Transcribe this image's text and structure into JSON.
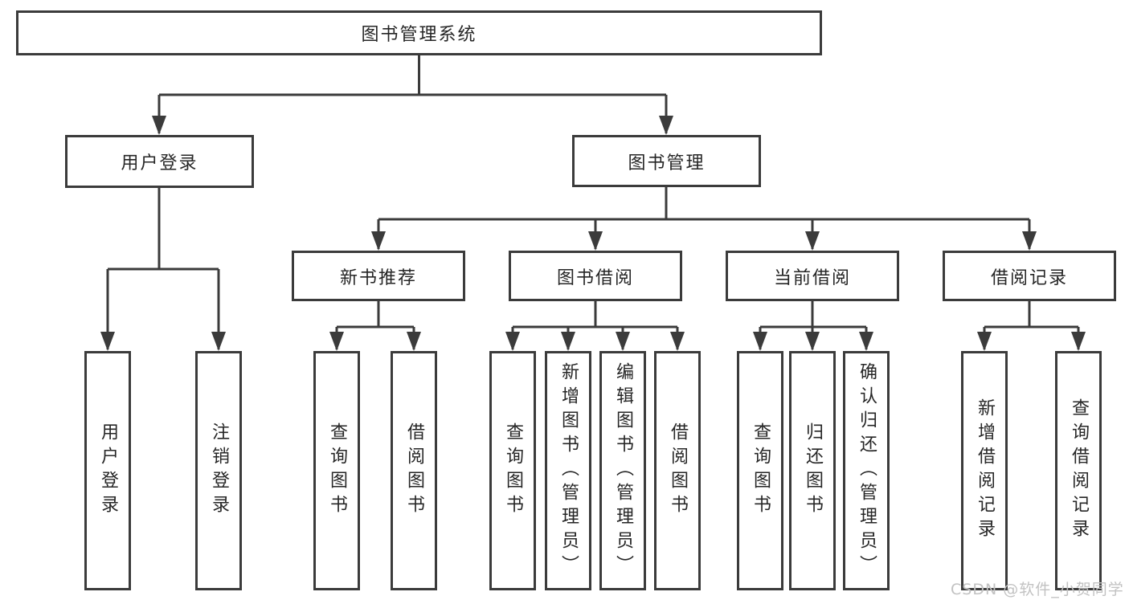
{
  "diagram": {
    "title_node": {
      "label": "图书管理系统"
    },
    "level2": {
      "user_login": {
        "label": "用户登录"
      },
      "book_mgmt": {
        "label": "图书管理"
      }
    },
    "level3": {
      "new_books": {
        "label": "新书推荐"
      },
      "book_borrow": {
        "label": "图书借阅"
      },
      "current_borrow": {
        "label": "当前借阅"
      },
      "borrow_records": {
        "label": "借阅记录"
      }
    },
    "leaves": {
      "user_login_leaf": {
        "label": "用户登录"
      },
      "logout_leaf": {
        "label": "注销登录"
      },
      "nb_query": {
        "label": "查询图书"
      },
      "nb_borrow": {
        "label": "借阅图书"
      },
      "bb_query": {
        "label": "查询图书"
      },
      "bb_add": {
        "label": "新增图书（管理员）"
      },
      "bb_edit": {
        "label": "编辑图书（管理员）"
      },
      "bb_borrow": {
        "label": "借阅图书"
      },
      "cb_query": {
        "label": "查询图书"
      },
      "cb_return": {
        "label": "归还图书"
      },
      "cb_confirm": {
        "label": "确认归还（管理员）"
      },
      "br_add": {
        "label": "新增借阅记录"
      },
      "br_query": {
        "label": "查询借阅记录"
      }
    },
    "watermark": "CSDN @软件_小贺同学",
    "colors": {
      "line": "#3b3b3b",
      "text": "#262626",
      "watermark": "#c2c2c2",
      "background": "#ffffff"
    }
  }
}
